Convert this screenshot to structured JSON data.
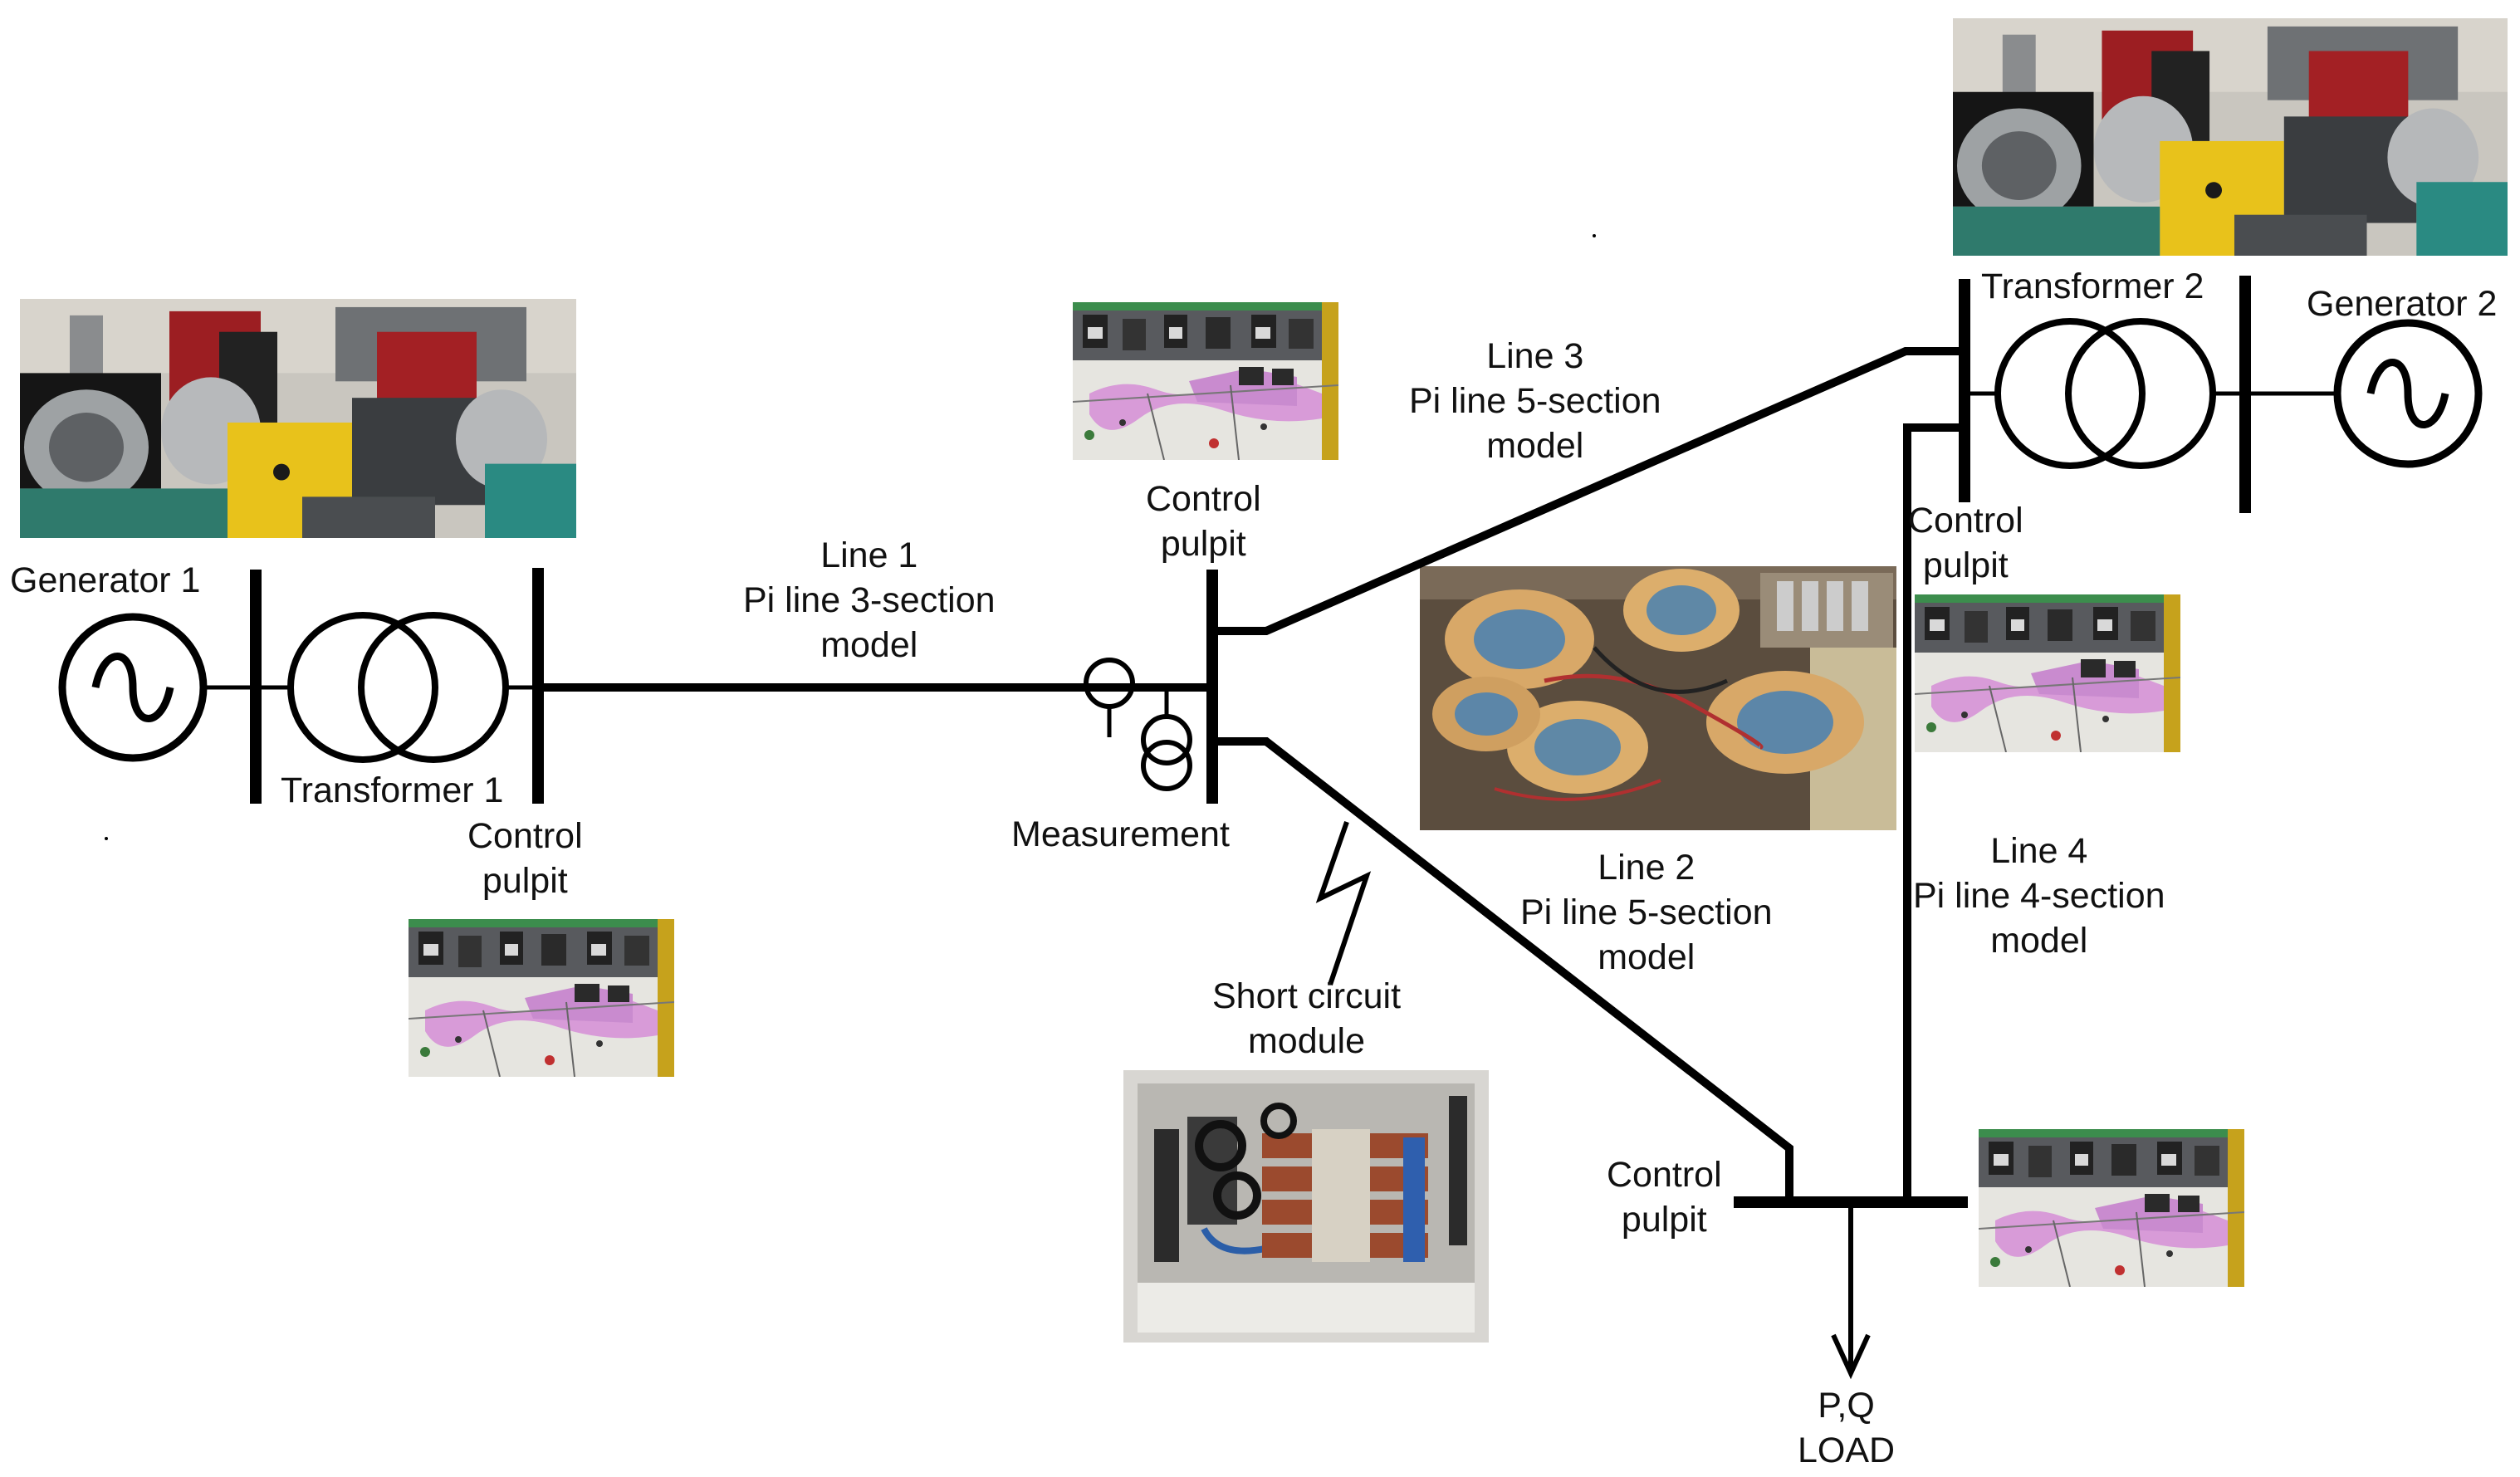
{
  "labels": {
    "generator_1": "Generator 1",
    "transformer_1": "Transformer 1",
    "control_pulpit_1": [
      "Control",
      "pulpit"
    ],
    "line_1": [
      "Line 1",
      "Pi line 3-section",
      "model"
    ],
    "control_pulpit_meas": [
      "Control",
      "pulpit"
    ],
    "measurement": "Measurement",
    "line_3": [
      "Line 3",
      "Pi line 5-section",
      "model"
    ],
    "transformer_2": "Transformer 2",
    "generator_2": "Generator 2",
    "control_pulpit_2": [
      "Control",
      "pulpit"
    ],
    "line_2": [
      "Line 2",
      "Pi line 5-section",
      "model"
    ],
    "line_4": [
      "Line 4",
      "Pi line 4-section",
      "model"
    ],
    "short_circuit": [
      "Short circuit",
      "module"
    ],
    "control_pulpit_load": [
      "Control",
      "pulpit"
    ],
    "load": [
      "P,Q",
      "LOAD"
    ]
  },
  "colors": {
    "line": "#000000",
    "background": "#ffffff",
    "text": "#111111"
  },
  "photos": {
    "generator_set": "generator-set-photo",
    "control_panel": "control-panel-photo",
    "inductor_coils": "inductor-coils-photo",
    "short_circuit_box": "short-circuit-box-photo"
  }
}
